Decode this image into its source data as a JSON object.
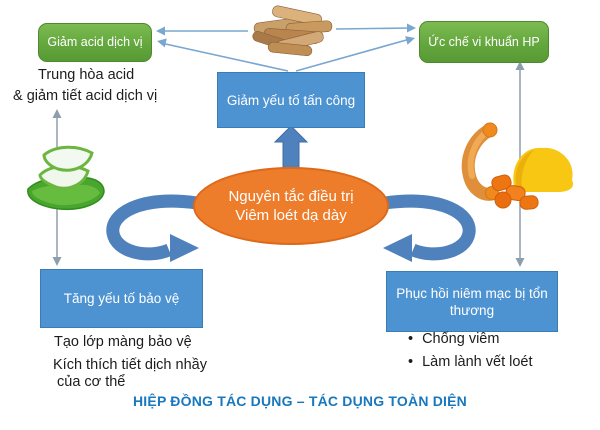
{
  "diagram": {
    "boxes": {
      "reduce_acid": "Giảm acid dịch vị",
      "inhibit_hp": "Ức chế vi khuẩn HP",
      "reduce_attack": "Giảm yếu tố tấn công",
      "increase_protection": "Tăng yếu tố bảo vệ",
      "restore_mucosa": "Phục hồi niêm mạc bị tổn thương"
    },
    "center": {
      "line1": "Nguyên tắc điều trị",
      "line2": "Viêm loét dạ dày"
    },
    "notes": {
      "acid": [
        "Trung hòa acid",
        "& giảm tiết acid dịch vị"
      ],
      "protection": [
        "Tạo lớp màng bảo vệ",
        "Kích thích tiết dịch nhầy",
        "của cơ thể"
      ],
      "mucosa": [
        "Chống viêm",
        "Làm lành vết loét"
      ]
    },
    "footer": "HIỆP ĐỒNG TÁC DỤNG – TÁC DỤNG TOÀN DIỆN",
    "images": {
      "licorice": "licorice-roots",
      "aloe": "aloe-vera-slices",
      "turmeric": "turmeric-root-and-powder"
    },
    "colors": {
      "green_box": "#64a73e",
      "blue_box": "#4e93d1",
      "orange_ellipse": "#ed7d2b",
      "arrow_blue": "#4f81bd",
      "thin_arrow_blue": "#7aa7d0",
      "thin_arrow_gray": "#8d9fae",
      "footer_text": "#1878be"
    }
  }
}
